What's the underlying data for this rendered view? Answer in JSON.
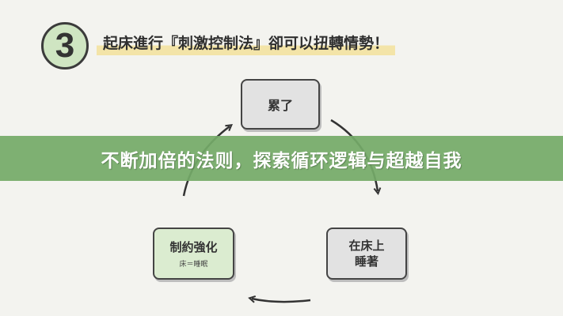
{
  "step": {
    "number": "3"
  },
  "heading": {
    "text": "起床進行『刺激控制法』卻可以扭轉情勢！"
  },
  "nodes": {
    "tired": {
      "label": "累了"
    },
    "in_bed": {
      "line1": "在床上",
      "line2": "睡著"
    },
    "reinforce": {
      "label": "制約強化",
      "sub": "床＝睡眠"
    }
  },
  "banner": {
    "text": "不断加倍的法则，探索循环逻辑与超越自我"
  },
  "colors": {
    "accent_green": "#74aa68",
    "node_green": "#dbecd0",
    "highlight_yellow": "#f3e4a8"
  }
}
